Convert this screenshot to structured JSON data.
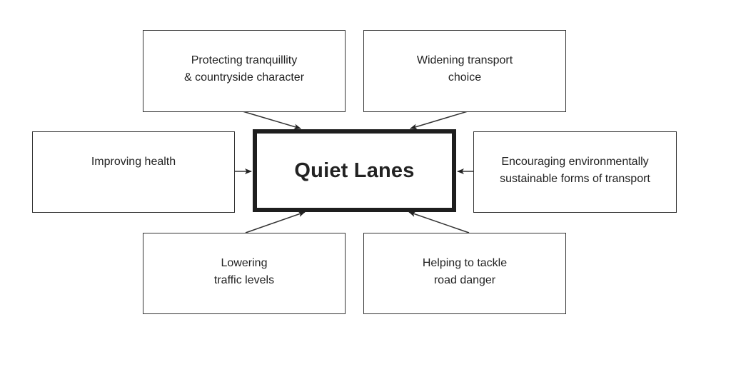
{
  "diagram": {
    "center": {
      "label": "Quiet Lanes"
    },
    "nodes": [
      {
        "id": "tranquillity",
        "label": "Protecting tranquillity\n& countryside character"
      },
      {
        "id": "transport-choice",
        "label": "Widening transport\nchoice"
      },
      {
        "id": "health",
        "label": "Improving health"
      },
      {
        "id": "sustainable-transport",
        "label": "Encouraging environmentally\nsustainable forms of transport"
      },
      {
        "id": "traffic",
        "label": "Lowering\ntraffic levels"
      },
      {
        "id": "road-danger",
        "label": "Helping to tackle\nroad danger"
      }
    ],
    "edges": [
      {
        "from": "tranquillity",
        "to": "center"
      },
      {
        "from": "transport-choice",
        "to": "center"
      },
      {
        "from": "health",
        "to": "center"
      },
      {
        "from": "sustainable-transport",
        "to": "center"
      },
      {
        "from": "traffic",
        "to": "center"
      },
      {
        "from": "road-danger",
        "to": "center"
      }
    ],
    "colors": {
      "stroke": "#333333",
      "center_border": "#1e1e1e",
      "text": "#222222",
      "background": "#ffffff"
    }
  }
}
